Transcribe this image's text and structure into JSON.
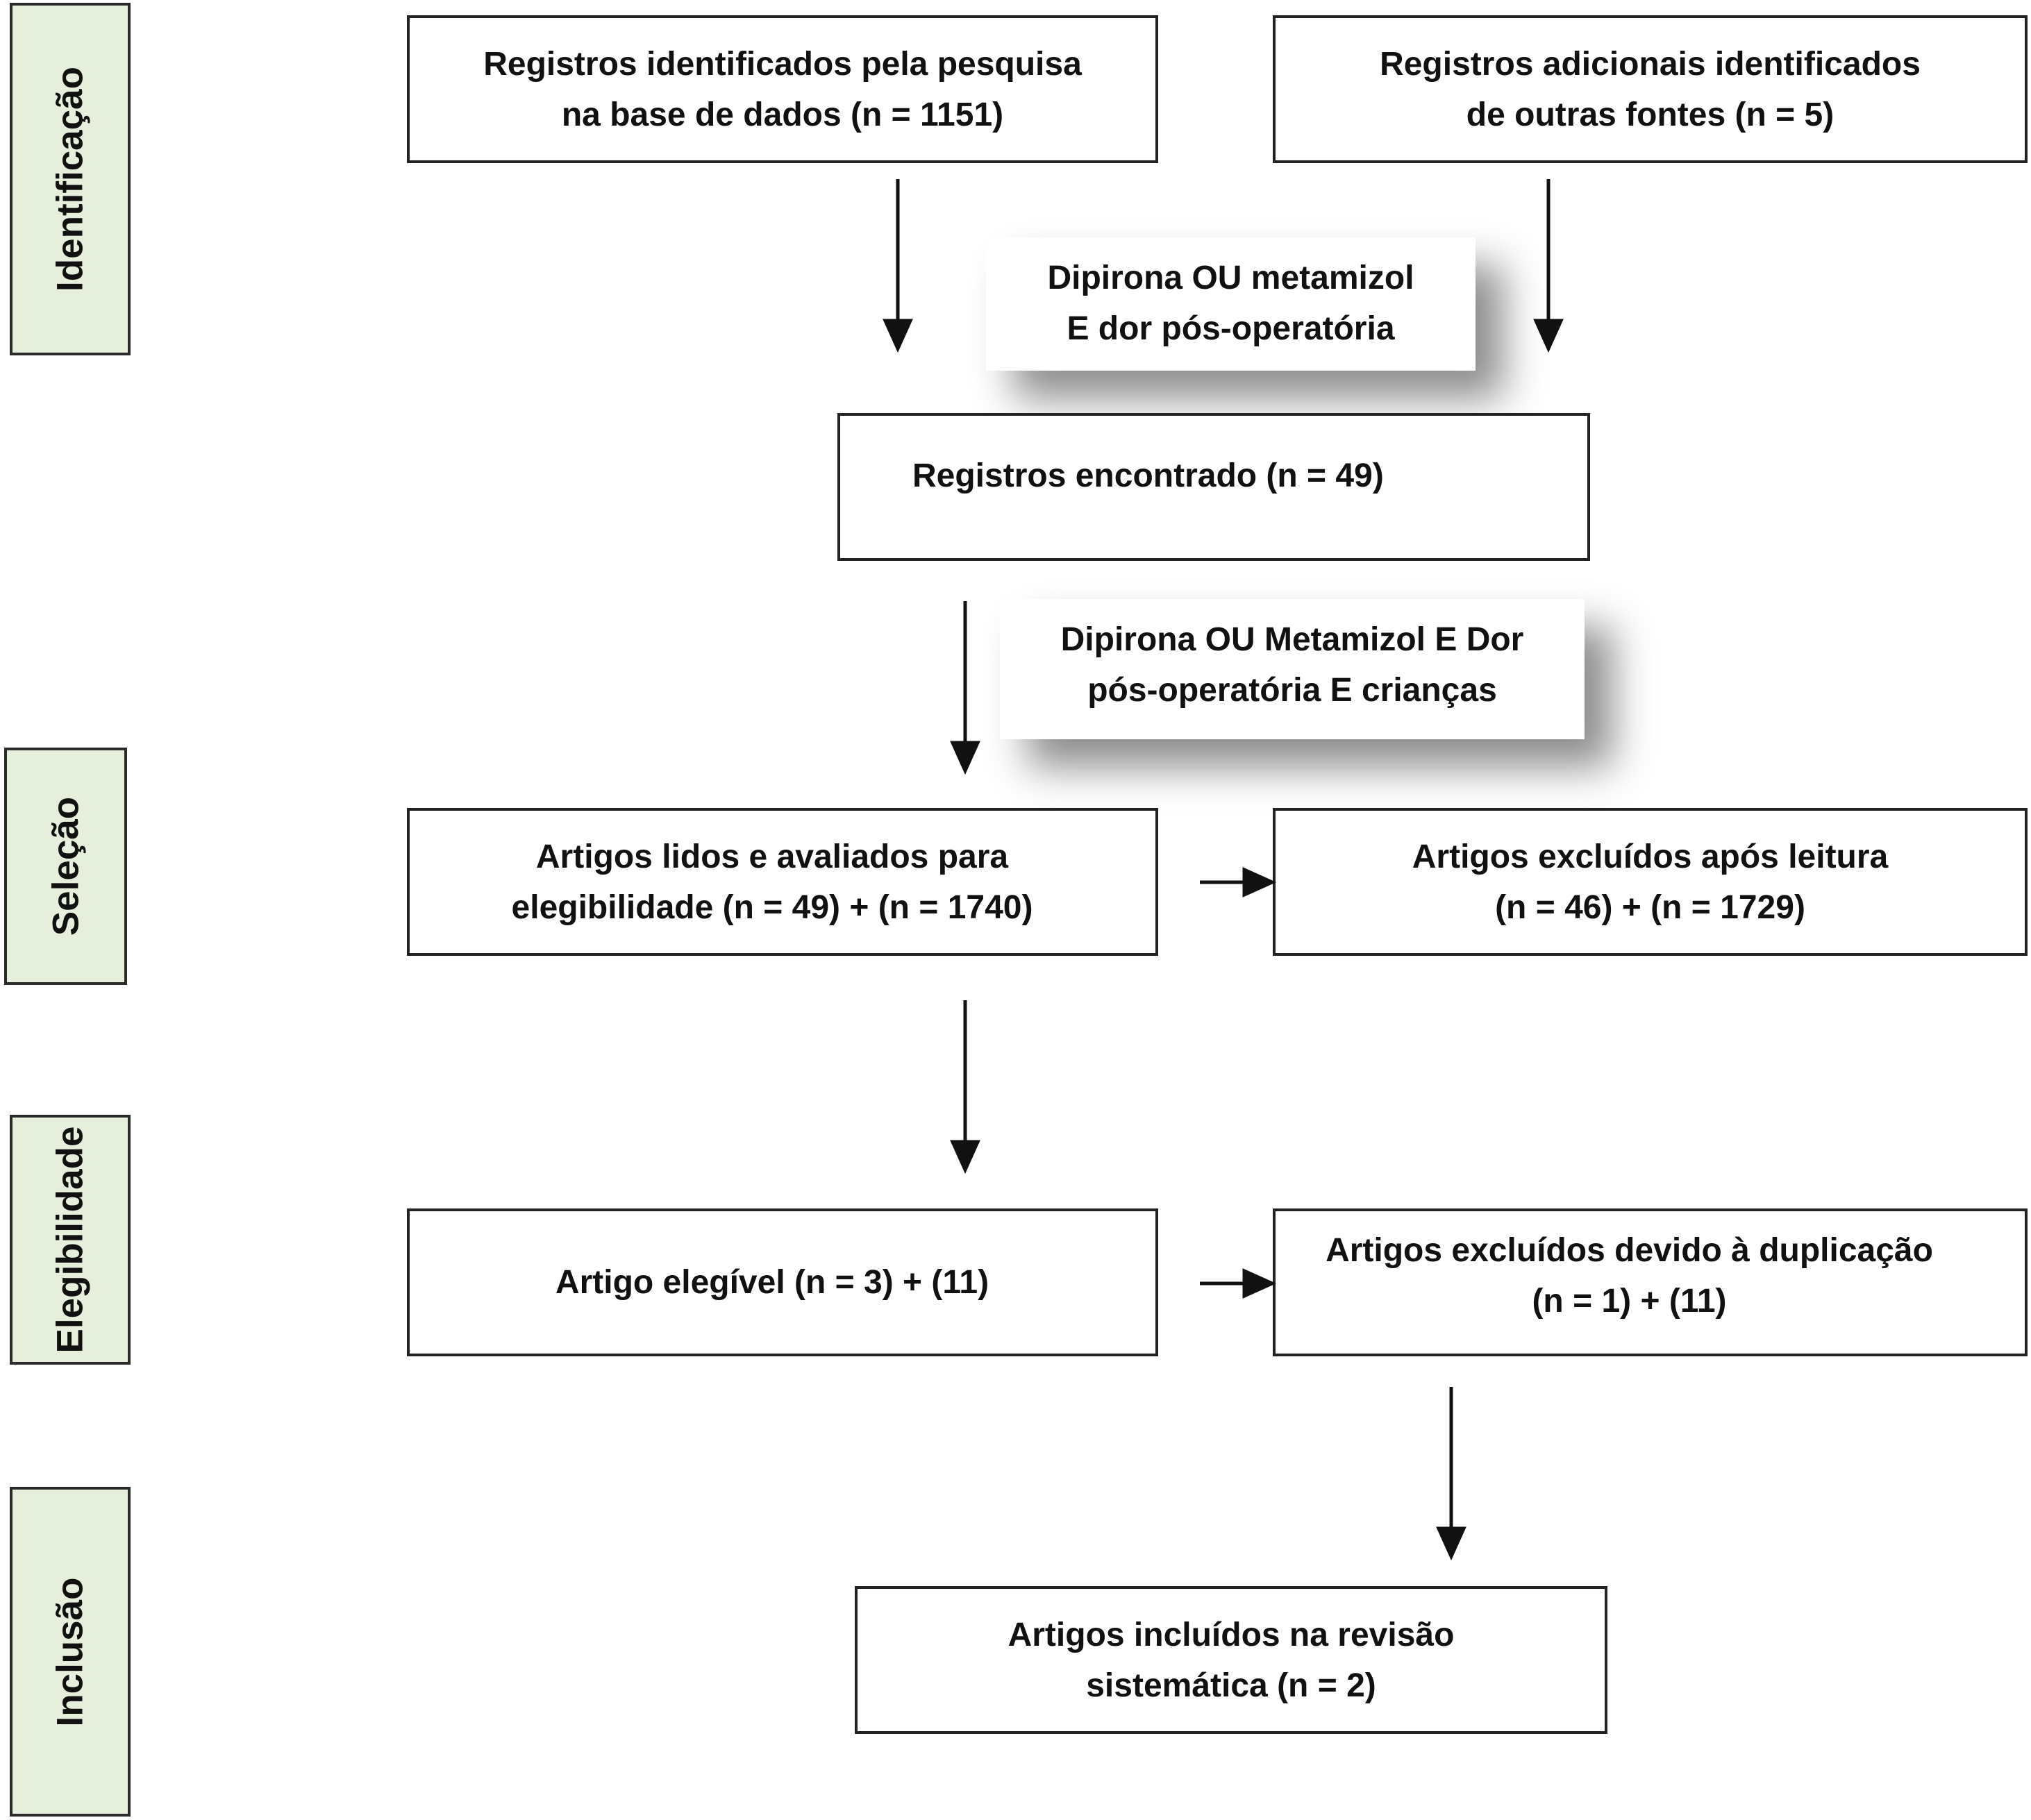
{
  "phases": {
    "identificacao": "Identificação",
    "selecao": "Seleção",
    "elegibilidade": "Elegibilidade",
    "inclusao": "Inclusão"
  },
  "boxes": {
    "database_records": "Registros identificados pela pesquisa\nna base de dados (n = 1151)",
    "additional_records": "Registros adicionais identificados\nde outras fontes (n = 5)",
    "records_found": "Registros encontrado (n = 49)",
    "articles_assessed": "Artigos lidos e avaliados para\nelegibilidade (n = 49) + (n = 1740)",
    "articles_excluded_reading": "Artigos excluídos após leitura\n(n = 46) + (n = 1729)",
    "eligible_article": "Artigo elegível (n = 3) + (11)",
    "articles_excluded_duplication": "Artigos excluídos devido à duplicação\n(n = 1) + (11)",
    "articles_included": "Artigos incluídos na revisão\nsistemática (n = 2)"
  },
  "notes": {
    "search_terms_1": "Dipirona OU metamizol\nE dor pós-operatória",
    "search_terms_2": "Dipirona OU Metamizol E Dor\npós-operatória E crianças"
  }
}
